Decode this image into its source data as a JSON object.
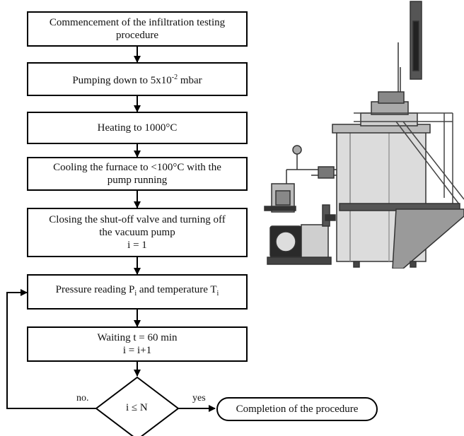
{
  "flowchart": {
    "steps": [
      {
        "line1": "Commencement of the infiltration testing",
        "line2": "procedure"
      },
      {
        "text_main": "Pumping down to 5x10",
        "sup": "-2",
        "text_tail": " mbar"
      },
      {
        "text": "Heating to 1000°C"
      },
      {
        "line1": "Cooling the furnace to <100°C with the",
        "line2": "pump running"
      },
      {
        "line1": "Closing the shut-off valve and turning off",
        "line2": "the vacuum pump",
        "line3": "i = 1"
      },
      {
        "a": "Pressure reading P",
        "a_sub": "i",
        "b": " and temperature T",
        "b_sub": "i"
      },
      {
        "line1": "Waiting t = 60 min",
        "line2": "i = i+1"
      }
    ],
    "decision": {
      "text": "i ≤ N",
      "no_label": "no.",
      "yes_label": "yes"
    },
    "terminal": "Completion of the procedure"
  },
  "image": {
    "subject": "vacuum-furnace-drawing"
  }
}
